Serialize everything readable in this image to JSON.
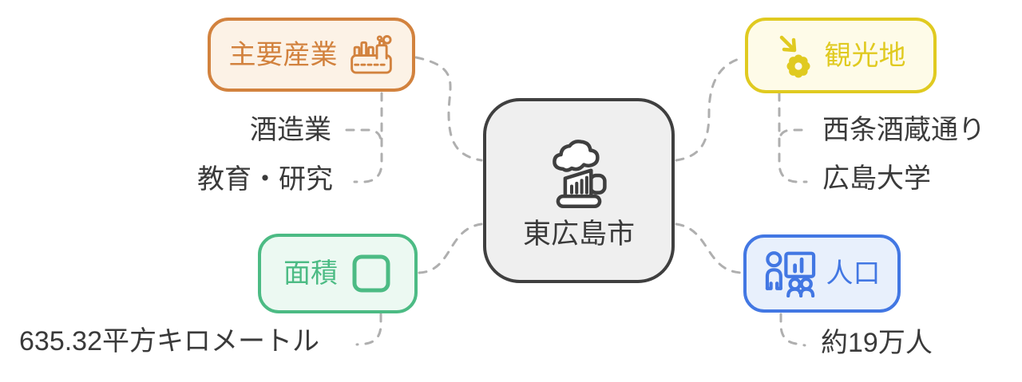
{
  "canvas": {
    "bg_color": "#FFFFFF"
  },
  "center_node": {
    "label": "東広島市",
    "icon": "beer-mug-icon",
    "border_color": "#3F3F3F",
    "bg_color": "#EFEFEF",
    "text_color": "#3A3A3A"
  },
  "branches": [
    {
      "label": "主要産業",
      "icon": "factory-icon",
      "color": "#D2823E",
      "bg_color": "#FCF2E6",
      "children": [
        {
          "label": "酒造業"
        },
        {
          "label": "教育・研究"
        }
      ]
    },
    {
      "label": "観光地",
      "icon": "arrow-flower-icon",
      "color": "#E0CA20",
      "bg_color": "#FEFBE8",
      "children": [
        {
          "label": "西条酒蔵通り"
        },
        {
          "label": "広島大学"
        }
      ]
    },
    {
      "label": "面積",
      "icon": "square-icon",
      "color": "#4CBB84",
      "bg_color": "#ECF9F2",
      "children": [
        {
          "label": "635.32平方キロメートル"
        }
      ]
    },
    {
      "label": "人口",
      "icon": "people-presentation-icon",
      "color": "#4277E3",
      "bg_color": "#E8F0FC",
      "children": [
        {
          "label": "約19万人"
        }
      ]
    }
  ],
  "connectors": {
    "color": "#AFAFAF",
    "style": "dashed"
  }
}
